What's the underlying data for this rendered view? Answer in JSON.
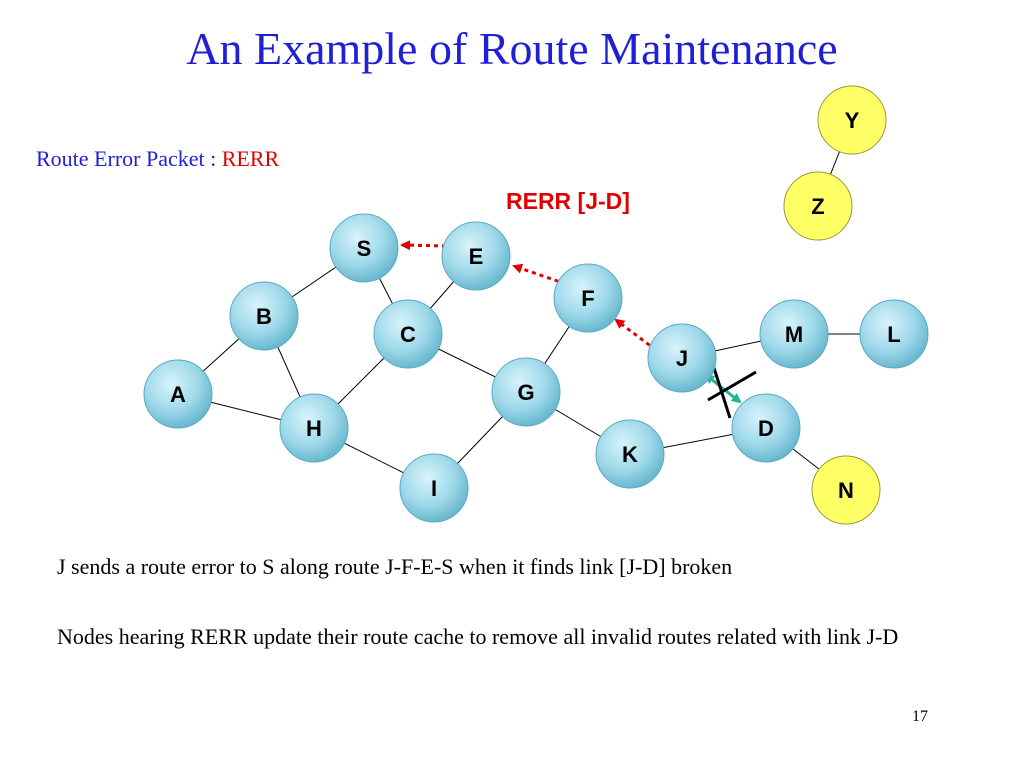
{
  "slide": {
    "title": "An Example of Route Maintenance",
    "subtitle_prefix": "Route Error Packet : ",
    "subtitle_highlight": "RERR",
    "rerr_label": "RERR [J-D]",
    "paragraph1": "J sends a route error to S along route J-F-E-S when it finds link [J-D] broken",
    "paragraph2": "Nodes hearing RERR update their route cache to remove all invalid routes related with link J-D",
    "slide_number": "17"
  },
  "nodes": {
    "S": "S",
    "E": "E",
    "B": "B",
    "C": "C",
    "F": "F",
    "J": "J",
    "M": "M",
    "L": "L",
    "A": "A",
    "G": "G",
    "H": "H",
    "D": "D",
    "K": "K",
    "I": "I",
    "N": "N",
    "Y": "Y",
    "Z": "Z"
  },
  "colors": {
    "title": "#1f1fd6",
    "highlight": "#e00000",
    "node_fill": "#8fd3e6",
    "node_yellow": "#ffff66",
    "broken_link": "#1fb890"
  }
}
